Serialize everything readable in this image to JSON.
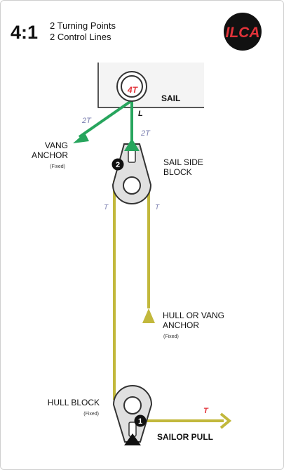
{
  "header": {
    "ratio": "4:1",
    "line1": "2 Turning Points",
    "line2": "2 Control Lines",
    "logo_text": "ILCA"
  },
  "labels": {
    "sail": "SAIL",
    "tension_4t": "4T",
    "tension_2t_left": "2T",
    "tension_2t_right": "2T",
    "l_mark": "L",
    "vang_anchor_1": "VANG",
    "vang_anchor_2": "ANCHOR",
    "vang_fixed": "(Fixed)",
    "sail_block_1": "SAIL SIDE",
    "sail_block_2": "BLOCK",
    "num_2": "2",
    "t_left": "T",
    "t_right": "T",
    "hull_anchor_1": "HULL OR VANG",
    "hull_anchor_2": "ANCHOR",
    "hull_anchor_fixed": "(Fixed)",
    "hull_block": "HULL BLOCK",
    "hull_block_fixed": "(Fixed)",
    "num_1": "1",
    "pull_t": "T",
    "sailor_pull": "SAILOR PULL"
  },
  "colors": {
    "green": "#27a55d",
    "yellow": "#c2b83c",
    "red": "#e2333a",
    "force_text": "#7b7fb0",
    "block_fill": "#e0e0e0",
    "block_stroke": "#333333"
  }
}
